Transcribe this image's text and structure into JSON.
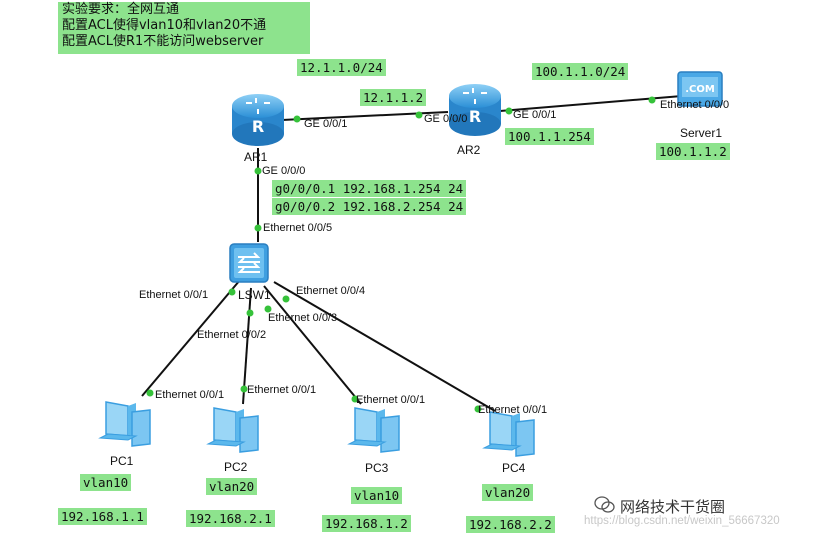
{
  "requirements": [
    "实验要求：全网互通",
    "配置ACL使得vlan10和vlan20不通",
    "配置ACL使R1不能访问webserver"
  ],
  "devices": {
    "ar1": "AR1",
    "ar2": "AR2",
    "lsw1": "LSW1",
    "server1": "Server1",
    "server_badge": ".COM",
    "pc1": "PC1",
    "pc2": "PC2",
    "pc3": "PC3",
    "pc4": "PC4"
  },
  "networks": {
    "net_12": "12.1.1.0/24",
    "ar2_ip": "12.1.1.2",
    "net_100": "100.1.1.0/24",
    "ar2_gw": "100.1.1.254",
    "server_ip": "100.1.1.2",
    "sub1": "g0/0/0.1  192.168.1.254  24",
    "sub2": "g0/0/0.2  192.168.2.254  24"
  },
  "ports": {
    "ar1_ge001": "GE 0/0/1",
    "ar2_ge000": "GE 0/0/0",
    "ar2_ge001": "GE 0/0/1",
    "server_eth": "Ethernet 0/0/0",
    "ar1_ge000": "GE 0/0/0",
    "lsw_eth5": "Ethernet 0/0/5",
    "lsw_eth1": "Ethernet 0/0/1",
    "lsw_eth2": "Ethernet 0/0/2",
    "lsw_eth3": "Ethernet 0/0/3",
    "lsw_eth4": "Ethernet 0/0/4",
    "pc1_eth": "Ethernet 0/0/1",
    "pc2_eth": "Ethernet 0/0/1",
    "pc3_eth": "Ethernet 0/0/1",
    "pc4_eth": "Ethernet 0/0/1"
  },
  "pcs": [
    {
      "vlan": "vlan10",
      "ip": "192.168.1.1"
    },
    {
      "vlan": "vlan20",
      "ip": "192.168.2.1"
    },
    {
      "vlan": "vlan10",
      "ip": "192.168.1.2"
    },
    {
      "vlan": "vlan20",
      "ip": "192.168.2.2"
    }
  ],
  "watermark": "https://blog.csdn.net/weixin_56667320",
  "brand": "网络技术干货圈",
  "colors": {
    "label_bg": "#8de38d",
    "port_dot": "#36c23a",
    "router_blue": "#3a9ee0",
    "pc_blue": "#5bb8ec",
    "link": "#111111"
  }
}
